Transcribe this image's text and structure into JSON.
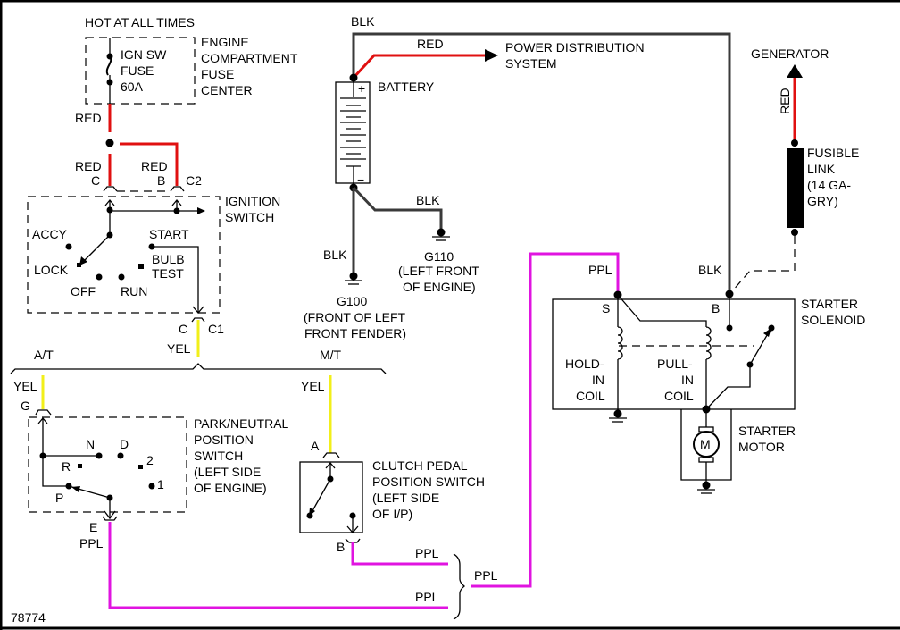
{
  "diagram_id": "78774",
  "colors": {
    "red_wire": "#e01010",
    "black_wire": "#3a3a3a",
    "yellow_wire": "#f2ef1a",
    "purple_wire": "#e014e0"
  },
  "labels": {
    "hot_at_all_times": "HOT AT ALL TIMES",
    "fuse": [
      "IGN SW",
      "FUSE",
      "60A"
    ],
    "fuse_center": [
      "ENGINE",
      "COMPARTMENT",
      "FUSE",
      "CENTER"
    ],
    "wire_red_1": "RED",
    "wire_red_c": "RED",
    "wire_red_b": "RED",
    "pin_c_top": "C",
    "pin_b_top": "B",
    "conn_c2": "C2",
    "ignition_switch": [
      "IGNITION",
      "SWITCH"
    ],
    "ign_positions": {
      "accy": "ACCY",
      "lock": "LOCK",
      "off": "OFF",
      "run": "RUN",
      "start": "START",
      "bulb_test": [
        "BULB",
        "TEST"
      ]
    },
    "pin_c_bottom": "C",
    "conn_c1": "C1",
    "wire_yel_main": "YEL",
    "at": "A/T",
    "mt": "M/T",
    "wire_yel_at": "YEL",
    "wire_yel_mt": "YEL",
    "pin_g": "G",
    "pnp_switch": [
      "PARK/NEUTRAL",
      "POSITION",
      "SWITCH",
      "(LEFT SIDE",
      "OF ENGINE)"
    ],
    "gear_positions": {
      "n": "N",
      "d": "D",
      "r": "R",
      "two": "2",
      "one": "1",
      "p": "P"
    },
    "pin_e": "E",
    "wire_ppl_e": "PPL",
    "pin_a": "A",
    "clutch_switch": [
      "CLUTCH PEDAL",
      "POSITION SWITCH",
      "(LEFT SIDE",
      "OF I/P)"
    ],
    "pin_b_clutch": "B",
    "wire_ppl_clutch": "PPL",
    "wire_ppl_lower": "PPL",
    "wire_ppl_merged": "PPL",
    "wire_blk_top": "BLK",
    "wire_red_pds": "RED",
    "power_distribution": [
      "POWER DISTRIBUTION",
      "SYSTEM"
    ],
    "battery": "BATTERY",
    "battery_plus": "+",
    "battery_minus": "−",
    "wire_blk_g110": "BLK",
    "wire_blk_g100": "BLK",
    "g110": [
      "G110",
      "(LEFT FRONT",
      "OF ENGINE)"
    ],
    "g100": [
      "G100",
      "(FRONT OF LEFT",
      "FRONT FENDER)"
    ],
    "generator": "GENERATOR",
    "wire_red_gen": "RED",
    "fusible_link": [
      "FUSIBLE",
      "LINK",
      "(14 GA-",
      "GRY)"
    ],
    "wire_blk_solenoid": "BLK",
    "wire_ppl_solenoid": "PPL",
    "terminal_s": "S",
    "terminal_b": "B",
    "starter_solenoid": [
      "STARTER",
      "SOLENOID"
    ],
    "hold_in_coil": [
      "HOLD-",
      "IN",
      "COIL"
    ],
    "pull_in_coil": [
      "PULL-",
      "IN",
      "COIL"
    ],
    "starter_motor": [
      "STARTER",
      "MOTOR"
    ],
    "motor_symbol": "M"
  }
}
